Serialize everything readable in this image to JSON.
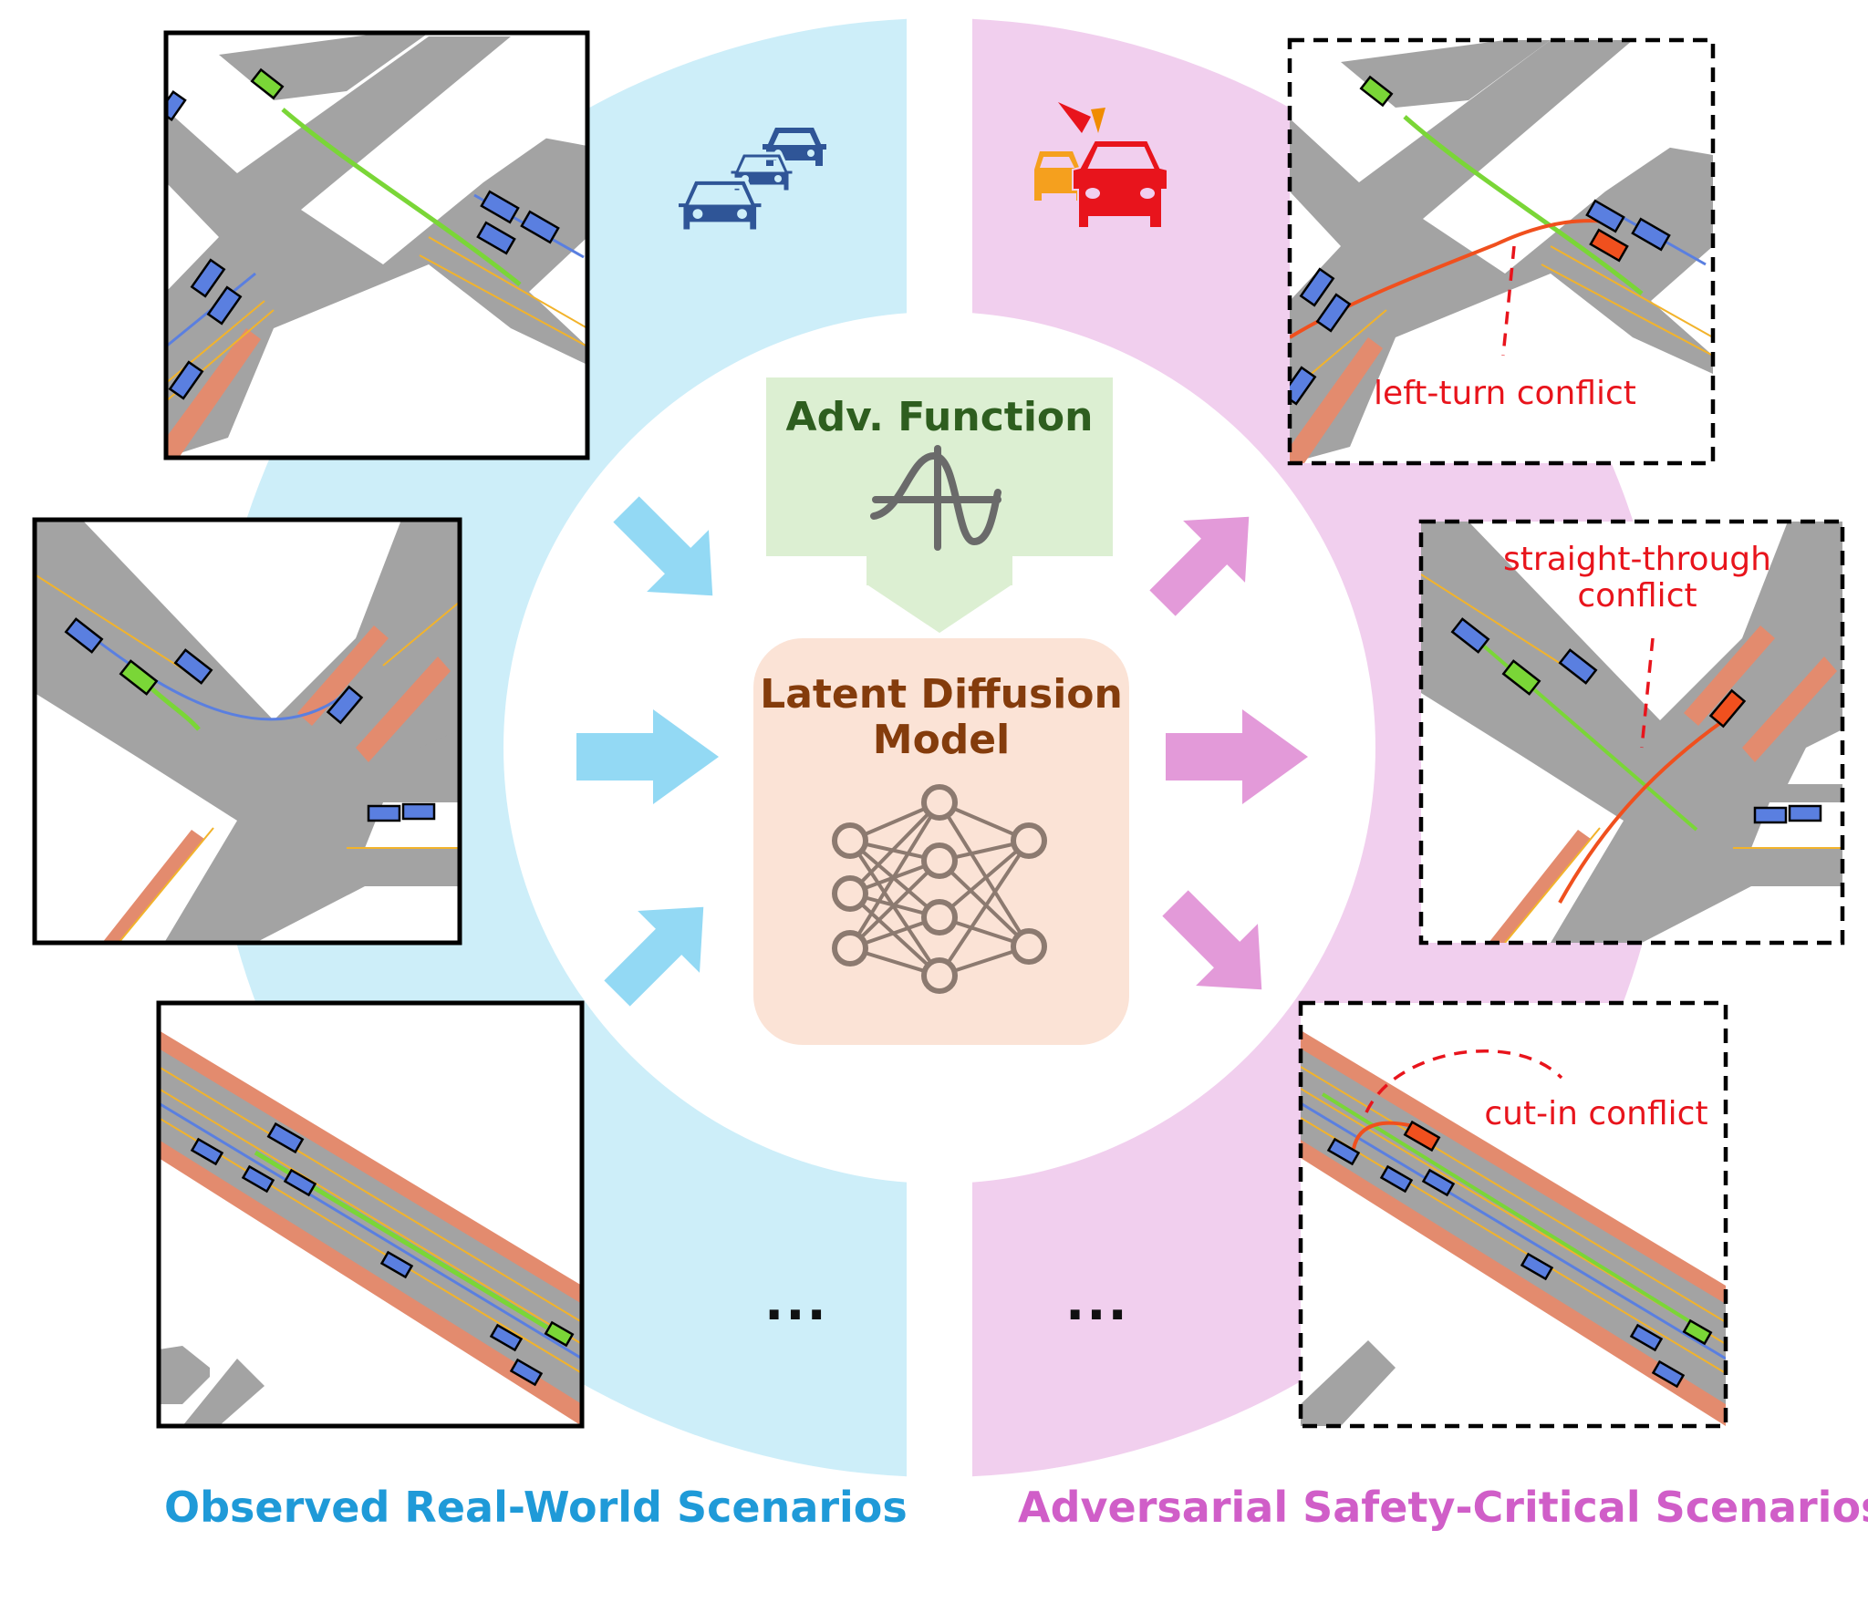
{
  "captions": {
    "left": "Observed Real-World Scenarios",
    "right": "Adversarial Safety-Critical Scenarios"
  },
  "center": {
    "adv_function": "Adv. Function",
    "model_line1": "Latent Diffusion",
    "model_line2": "Model"
  },
  "conflicts": {
    "left_turn": "left-turn conflict",
    "straight_through_line1": "straight-through",
    "straight_through_line2": "conflict",
    "cut_in": "cut-in conflict"
  },
  "ellipsis": "...",
  "colors": {
    "blue_panel": "#cdeef9",
    "pink_panel": "#f1cfee",
    "blue_arrow": "#93d9f4",
    "pink_arrow": "#e39ad9",
    "adv_box": "#dcefd2",
    "adv_text": "#2e5e1f",
    "model_box": "#fbe3d6",
    "model_text": "#843c0c",
    "caption_left": "#1f9ad8",
    "caption_right": "#d05ec8",
    "conflict_red": "#e8141c",
    "road": "#a3a3a3",
    "ego": "#7ad637",
    "agent": "#5a7fe0",
    "adversary": "#f0501e"
  },
  "icons": [
    "traffic-cars-icon",
    "crash-cars-icon",
    "sine-function-icon",
    "neural-network-icon"
  ]
}
